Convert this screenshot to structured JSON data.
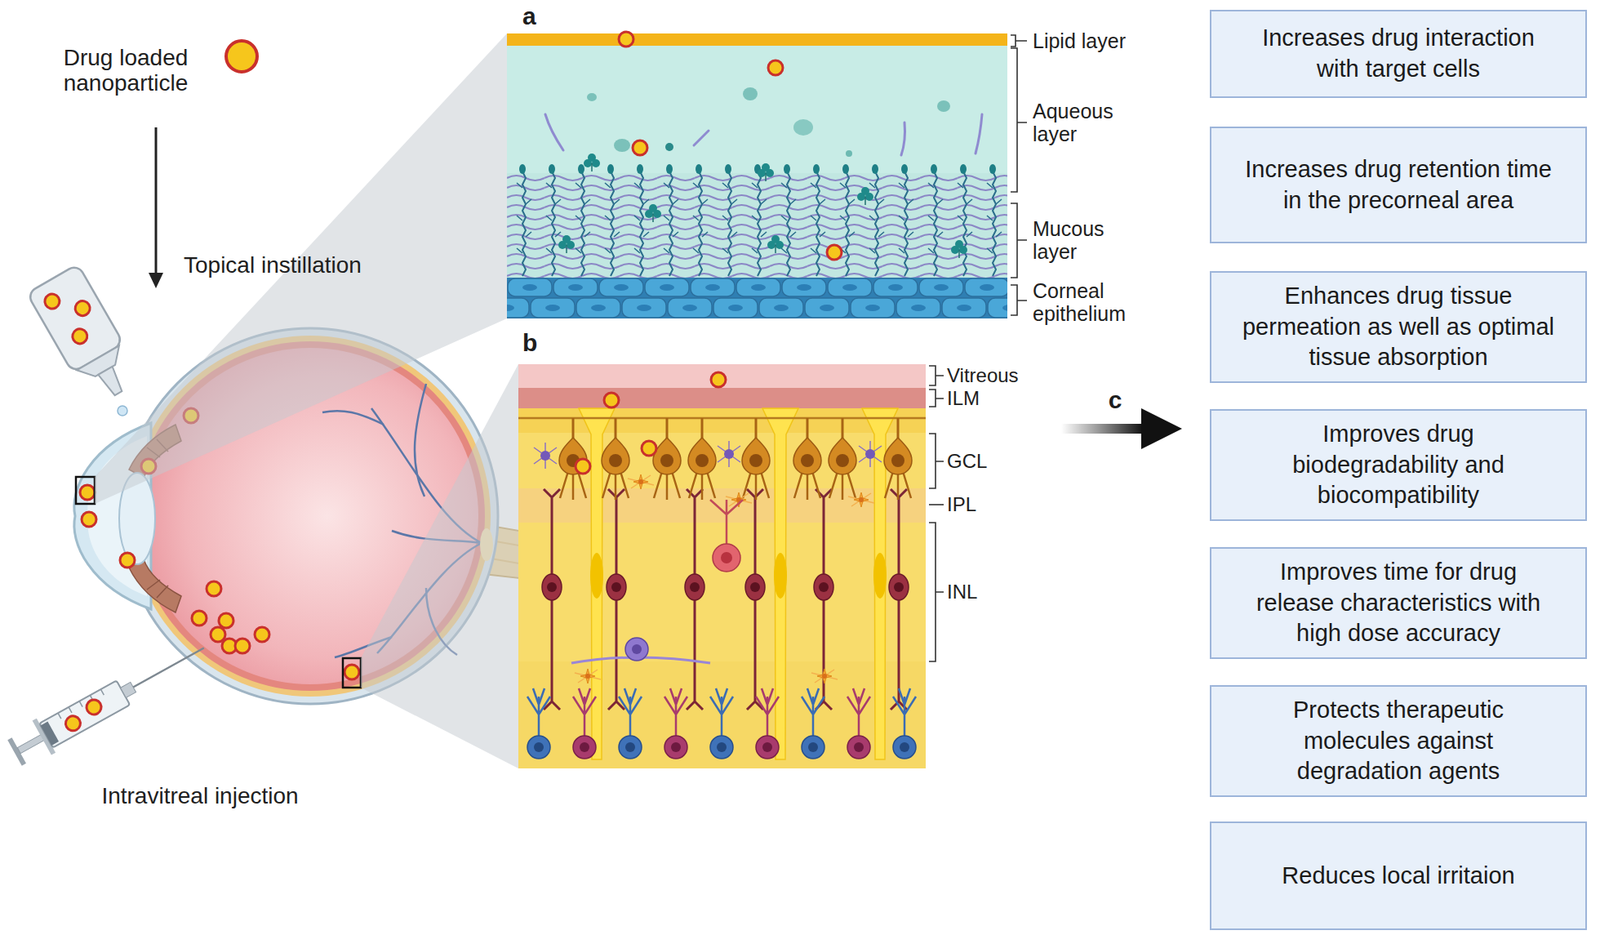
{
  "diagram": {
    "nodes": [
      {
        "text": [
          "Increases drug interaction with target cells"
        ]
      },
      {
        "text": [
          "Increases drug retention time in the precorneal area"
        ]
      },
      {
        "text": [
          "Enhances drug tissue permeation as well as optimal tissue absorption"
        ]
      },
      {
        "text": [
          "Improves drug biodegradability and biocompatibility"
        ]
      },
      {
        "text": [
          "Improves time for drug release characteristics with high dose accuracy"
        ]
      },
      {
        "text": [
          "Protects therapeutic molecules against degradation agents"
        ]
      },
      {
        "text": [
          "Reduces local irritaion"
        ]
      }
    ],
    "labels": [
      "Drug loaded nanoparticle",
      "Topical instillation",
      "Intravitreal injection",
      "a",
      "Lipid layer",
      "Aqueous layer",
      "Mucous layer",
      "Corneal epithelium",
      "b",
      "Vitreous",
      "ILM",
      "GCL",
      "IPL",
      "INL",
      "c"
    ]
  }
}
